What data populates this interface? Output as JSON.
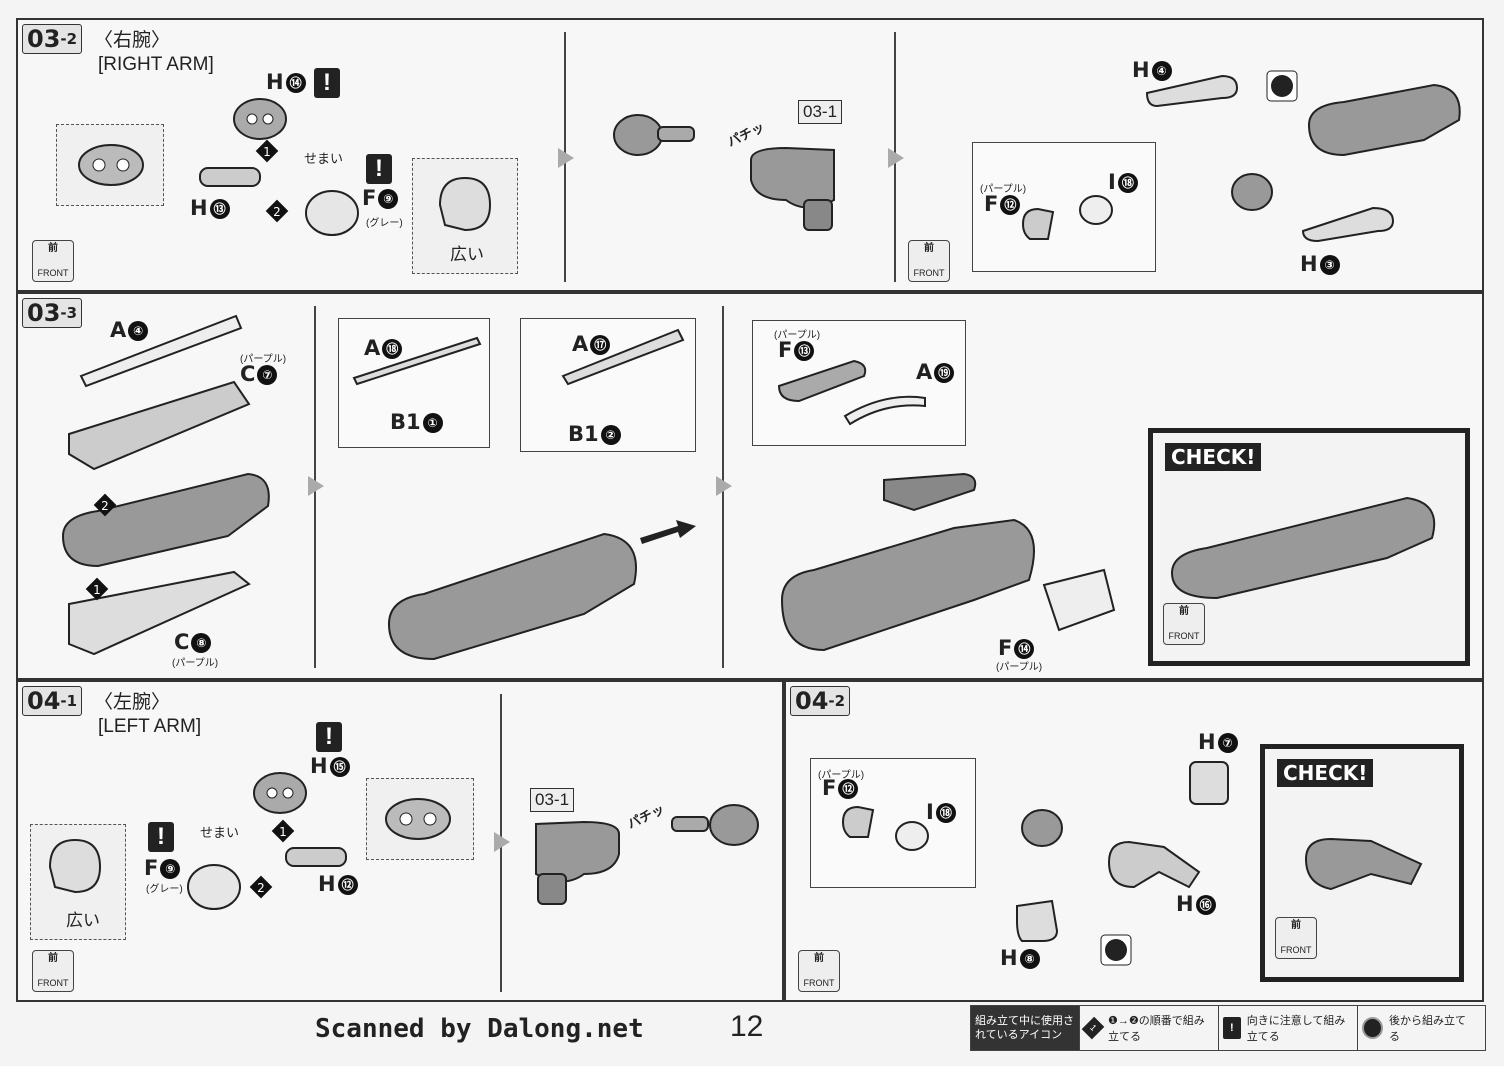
{
  "steps": {
    "s032": {
      "num": "03",
      "sub": "-2",
      "jp": "〈右腕〉",
      "en": "[RIGHT ARM]"
    },
    "s033": {
      "num": "03",
      "sub": "-3"
    },
    "s041": {
      "num": "04",
      "sub": "-1",
      "jp": "〈左腕〉",
      "en": "[LEFT ARM]"
    },
    "s042": {
      "num": "04",
      "sub": "-2"
    }
  },
  "labels": {
    "h14": "H",
    "h14n": "⑭",
    "h13": "H",
    "h13n": "⑬",
    "f9": "F",
    "f9n": "⑨",
    "gray": "(グレー)",
    "semai": "せまい",
    "hiroi": "広い",
    "ref031": "03-1",
    "pachi": "パチッ",
    "h4": "H",
    "h4n": "④",
    "h3": "H",
    "h3n": "③",
    "f12": "F",
    "f12n": "⑫",
    "purple": "(パープル)",
    "i18": "I",
    "i18n": "⑱",
    "a4": "A",
    "a4n": "④",
    "c7": "C",
    "c7n": "⑦",
    "c8": "C",
    "c8n": "⑧",
    "a18": "A",
    "a18n": "⑱",
    "b11": "B1",
    "b11n": "①",
    "a17": "A",
    "a17n": "⑰",
    "b12": "B1",
    "b12n": "②",
    "f13": "F",
    "f13n": "⑬",
    "a19": "A",
    "a19n": "⑲",
    "f14": "F",
    "f14n": "⑭",
    "h15": "H",
    "h15n": "⑮",
    "h12": "H",
    "h12n": "⑫",
    "h7": "H",
    "h7n": "⑦",
    "h16": "H",
    "h16n": "⑯",
    "h8": "H",
    "h8n": "⑧",
    "check": "CHECK!",
    "front_kanji": "前",
    "front": "FRONT",
    "excl": "!",
    "num1": "1",
    "num2": "2"
  },
  "footer": {
    "scanned": "Scanned by Dalong.net",
    "page": "12",
    "legend_title": "組み立て中に使用されているアイコン",
    "legend_order": "❶→❷の順番で組み立てる",
    "legend_direction": "向きに注意して組み立てる",
    "legend_back": "後から組み立てる"
  }
}
